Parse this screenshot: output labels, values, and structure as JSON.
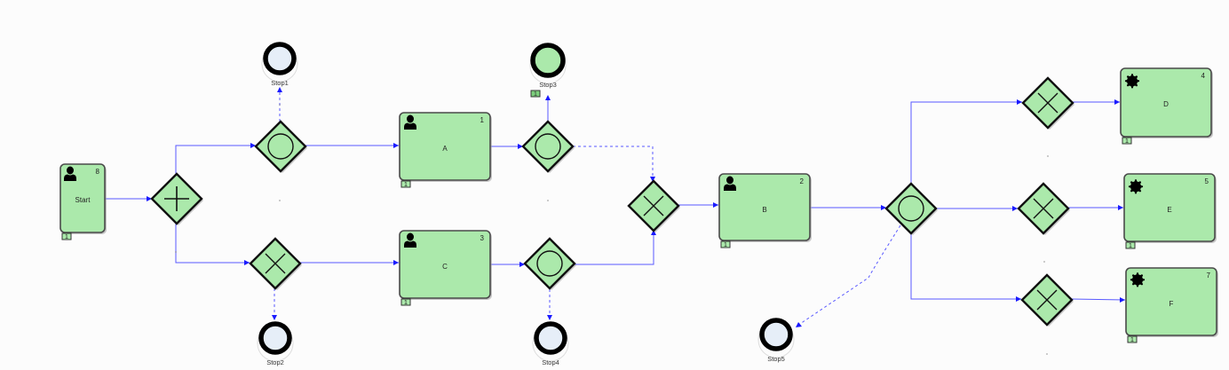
{
  "diagram": {
    "type": "bpmn-process",
    "colors": {
      "task_fill": "#abe9ab",
      "gateway_fill": "#abe9ab",
      "flow": "#3c3cff",
      "end_event_fill_default": "#e6eef8",
      "end_event_fill_active": "#abe9ab"
    },
    "tasks": [
      {
        "id": "start",
        "label": "Start",
        "count": "8",
        "icon": "user-icon",
        "marker": "1"
      },
      {
        "id": "A",
        "label": "A",
        "count": "1",
        "icon": "user-icon",
        "marker": "1"
      },
      {
        "id": "C",
        "label": "C",
        "count": "3",
        "icon": "user-icon",
        "marker": "1"
      },
      {
        "id": "B",
        "label": "B",
        "count": "2",
        "icon": "user-icon",
        "marker": "1"
      },
      {
        "id": "D",
        "label": "D",
        "count": "4",
        "icon": "gear-icon",
        "marker": "1"
      },
      {
        "id": "E",
        "label": "E",
        "count": "5",
        "icon": "gear-icon",
        "marker": "1"
      },
      {
        "id": "F",
        "label": "F",
        "count": "7",
        "icon": "gear-icon",
        "marker": "1"
      }
    ],
    "gateways": [
      {
        "id": "g_split",
        "kind": "parallel",
        "symbol": "plus"
      },
      {
        "id": "g_top",
        "kind": "inclusive",
        "symbol": "circle"
      },
      {
        "id": "g_bottom",
        "kind": "exclusive",
        "symbol": "x"
      },
      {
        "id": "g_afterA",
        "kind": "inclusive",
        "symbol": "circle"
      },
      {
        "id": "g_afterC",
        "kind": "inclusive",
        "symbol": "circle"
      },
      {
        "id": "g_join",
        "kind": "exclusive",
        "symbol": "x"
      },
      {
        "id": "g_afterB",
        "kind": "inclusive",
        "symbol": "circle"
      },
      {
        "id": "g_D",
        "kind": "exclusive",
        "symbol": "x"
      },
      {
        "id": "g_E",
        "kind": "exclusive",
        "symbol": "x"
      },
      {
        "id": "g_F",
        "kind": "exclusive",
        "symbol": "x"
      }
    ],
    "end_events": [
      {
        "id": "stop1",
        "label": "Stop1",
        "active": false
      },
      {
        "id": "stop2",
        "label": "Stop2",
        "active": false
      },
      {
        "id": "stop3",
        "label": "Stop3",
        "active": true,
        "marker": "1"
      },
      {
        "id": "stop4",
        "label": "Stop4",
        "active": false
      },
      {
        "id": "stop5",
        "label": "Stop5",
        "active": false
      }
    ],
    "flows": [
      {
        "from": "start",
        "to": "g_split",
        "style": "solid"
      },
      {
        "from": "g_split",
        "to": "g_top",
        "style": "solid"
      },
      {
        "from": "g_split",
        "to": "g_bottom",
        "style": "solid"
      },
      {
        "from": "g_top",
        "to": "stop1",
        "style": "dashed"
      },
      {
        "from": "g_top",
        "to": "A",
        "style": "solid"
      },
      {
        "from": "g_bottom",
        "to": "stop2",
        "style": "dashed"
      },
      {
        "from": "g_bottom",
        "to": "C",
        "style": "solid"
      },
      {
        "from": "A",
        "to": "g_afterA",
        "style": "solid"
      },
      {
        "from": "g_afterA",
        "to": "stop3",
        "style": "solid"
      },
      {
        "from": "g_afterA",
        "to": "g_join",
        "style": "dashed"
      },
      {
        "from": "C",
        "to": "g_afterC",
        "style": "solid"
      },
      {
        "from": "g_afterC",
        "to": "stop4",
        "style": "dashed"
      },
      {
        "from": "g_afterC",
        "to": "g_join",
        "style": "solid"
      },
      {
        "from": "g_join",
        "to": "B",
        "style": "solid"
      },
      {
        "from": "B",
        "to": "g_afterB",
        "style": "solid"
      },
      {
        "from": "g_afterB",
        "to": "stop5",
        "style": "dashed"
      },
      {
        "from": "g_afterB",
        "to": "g_D",
        "style": "solid"
      },
      {
        "from": "g_afterB",
        "to": "g_E",
        "style": "solid"
      },
      {
        "from": "g_afterB",
        "to": "g_F",
        "style": "solid"
      },
      {
        "from": "g_D",
        "to": "D",
        "style": "solid"
      },
      {
        "from": "g_E",
        "to": "E",
        "style": "solid"
      },
      {
        "from": "g_F",
        "to": "F",
        "style": "solid"
      }
    ]
  }
}
